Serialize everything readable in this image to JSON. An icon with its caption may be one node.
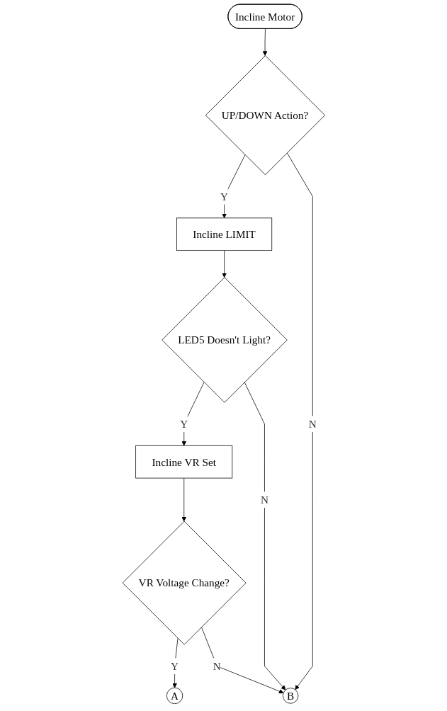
{
  "diagram": {
    "nodes": [
      {
        "text": [
          "Incline Motor"
        ]
      },
      {
        "text": [
          "UP/DOWN Action?"
        ]
      },
      {
        "text": [
          "Incline LIMIT"
        ]
      },
      {
        "text": [
          "LED5 Doesn't Light?"
        ]
      },
      {
        "text": [
          "Incline VR Set"
        ]
      },
      {
        "text": [
          "VR Voltage Change?"
        ]
      },
      {
        "text": [
          "A"
        ]
      },
      {
        "text": [
          "B"
        ]
      }
    ],
    "edges": [
      {
        "from": 0,
        "to": 1,
        "arrow": "to"
      },
      {
        "from": 1,
        "to": 2,
        "label": "Y",
        "arrow": "to"
      },
      {
        "from": 1,
        "to": 7,
        "label": "N",
        "arrow": "to"
      },
      {
        "from": 2,
        "to": 3,
        "arrow": "to"
      },
      {
        "from": 3,
        "to": 4,
        "label": "Y",
        "arrow": "to"
      },
      {
        "from": 3,
        "to": 7,
        "label": "N",
        "arrow": "to"
      },
      {
        "from": 4,
        "to": 5,
        "arrow": "to"
      },
      {
        "from": 5,
        "to": 6,
        "label": "Y",
        "arrow": "to"
      },
      {
        "from": 5,
        "to": 7,
        "label": "N",
        "arrow": "to"
      }
    ]
  }
}
